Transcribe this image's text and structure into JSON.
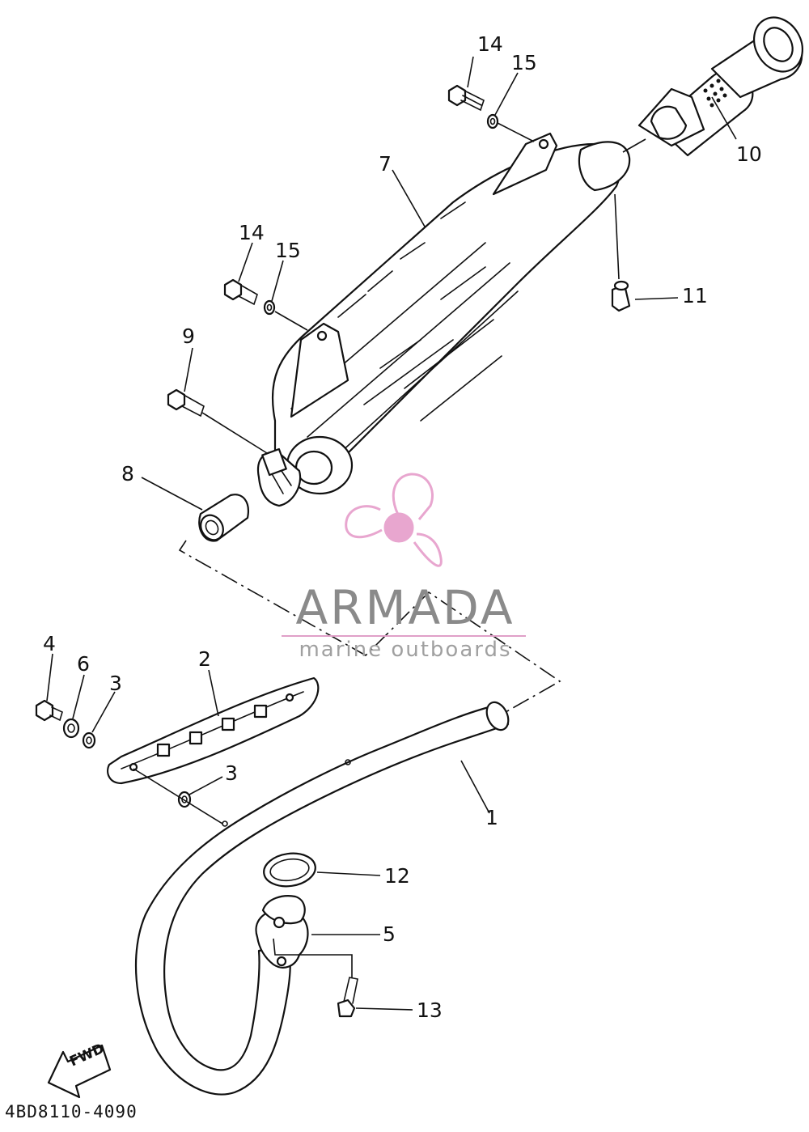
{
  "diagram": {
    "callouts": {
      "c1": "1",
      "c2": "2",
      "c3a": "3",
      "c3b": "3",
      "c4": "4",
      "c5": "5",
      "c6": "6",
      "c7": "7",
      "c8": "8",
      "c9": "9",
      "c10": "10",
      "c11": "11",
      "c12": "12",
      "c13": "13",
      "c14a": "14",
      "c14b": "14",
      "c15a": "15",
      "c15b": "15"
    },
    "fwd_label": "FWD",
    "drawing_code": "4BD8110-4090"
  },
  "watermark": {
    "title": "ARMADA",
    "subtitle": "marine outboards",
    "accent_color": "#e8a6cf"
  }
}
